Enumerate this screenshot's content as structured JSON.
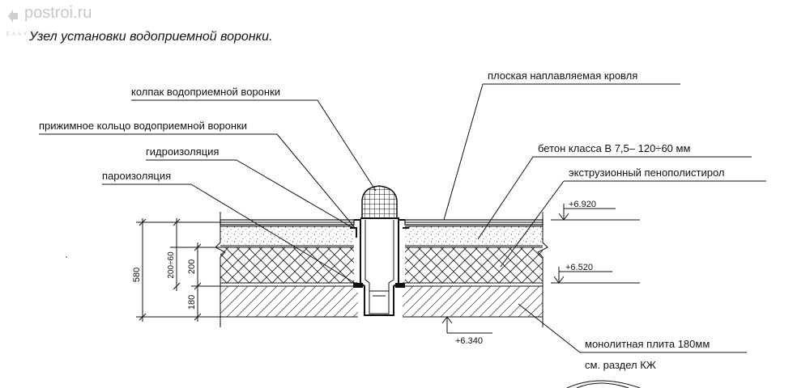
{
  "watermark": {
    "site": "postroi.ru",
    "tagline": "EASY BUILD"
  },
  "title": "Узел установки водоприемной воронки.",
  "labels": {
    "cap": "колпак водоприемной воронки",
    "ring": "прижимное кольцо водоприемной воронки",
    "waterproofing": "гидроизоляция",
    "vapor_barrier": "пароизоляция",
    "flat_roof": "плоская наплавляемая кровля",
    "concrete": "бетон класса В 7,5– 120÷60 мм",
    "xps": "экструзионный пенополистирол",
    "slab_line1": "монолитная плита 180мм",
    "slab_line2": "см. раздел КЖ"
  },
  "levels": {
    "top": "+6.920",
    "mid": "+6.520",
    "bottom": "+6.340"
  },
  "dimensions": {
    "total": "580",
    "concrete_range": "200÷60",
    "insulation": "200",
    "slab": "180"
  }
}
